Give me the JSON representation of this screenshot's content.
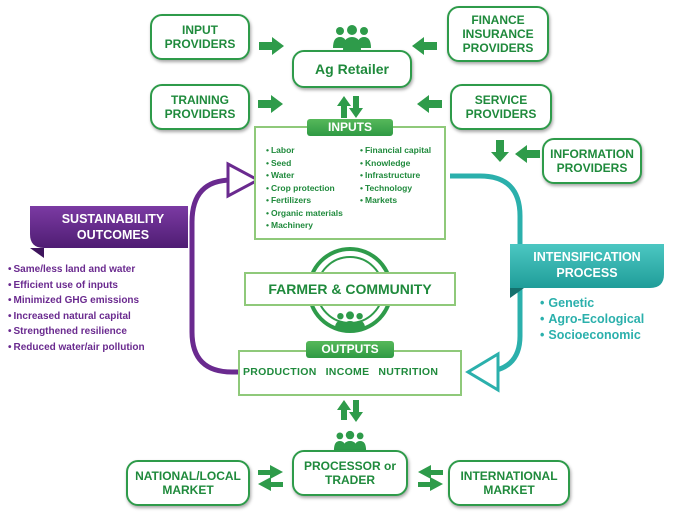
{
  "boxes": {
    "input_providers": [
      "INPUT",
      "PROVIDERS"
    ],
    "finance_insurance_providers": [
      "FINANCE",
      "INSURANCE",
      "PROVIDERS"
    ],
    "ag_retailer": "Ag Retailer",
    "training_providers": [
      "TRAINING",
      "PROVIDERS"
    ],
    "service_providers": [
      "SERVICE",
      "PROVIDERS"
    ],
    "information_providers": [
      "INFORMATION",
      "PROVIDERS"
    ],
    "processor_or_trader": [
      "PROCESSOR or",
      "TRADER"
    ],
    "national_local_market": [
      "NATIONAL/LOCAL",
      "MARKET"
    ],
    "international_market": [
      "INTERNATIONAL",
      "MARKET"
    ]
  },
  "inputs": {
    "title": "INPUTS",
    "left_items": [
      "Labor",
      "Seed",
      "Water",
      "Crop protection",
      "Fertilizers",
      "Organic materials",
      "Machinery"
    ],
    "right_items": [
      "Financial capital",
      "Knowledge",
      "Infrastructure",
      "Technology",
      "Markets"
    ]
  },
  "center": {
    "label": "FARMER & COMMUNITY"
  },
  "outputs": {
    "title": "OUTPUTS",
    "items": [
      "PRODUCTION",
      "INCOME",
      "NUTRITION"
    ]
  },
  "sustainability": {
    "title_lines": [
      "SUSTAINABILITY",
      "OUTCOMES"
    ],
    "items": [
      "Same/less land and water",
      "Efficient use of inputs",
      "Minimized GHG emissions",
      "Increased natural capital",
      "Strengthened resilience",
      "Reduced water/air pollution"
    ]
  },
  "intensification": {
    "title_lines": [
      "INTENSIFICATION",
      "PROCESS"
    ],
    "items": [
      "Genetic",
      "Agro-Ecological",
      "Socioeconomic"
    ]
  },
  "colors": {
    "green": "#2e9b4a",
    "purple": "#6a2a8f",
    "teal": "#2bb0ac"
  },
  "icons": [
    "people-icon",
    "arrow-icon"
  ]
}
